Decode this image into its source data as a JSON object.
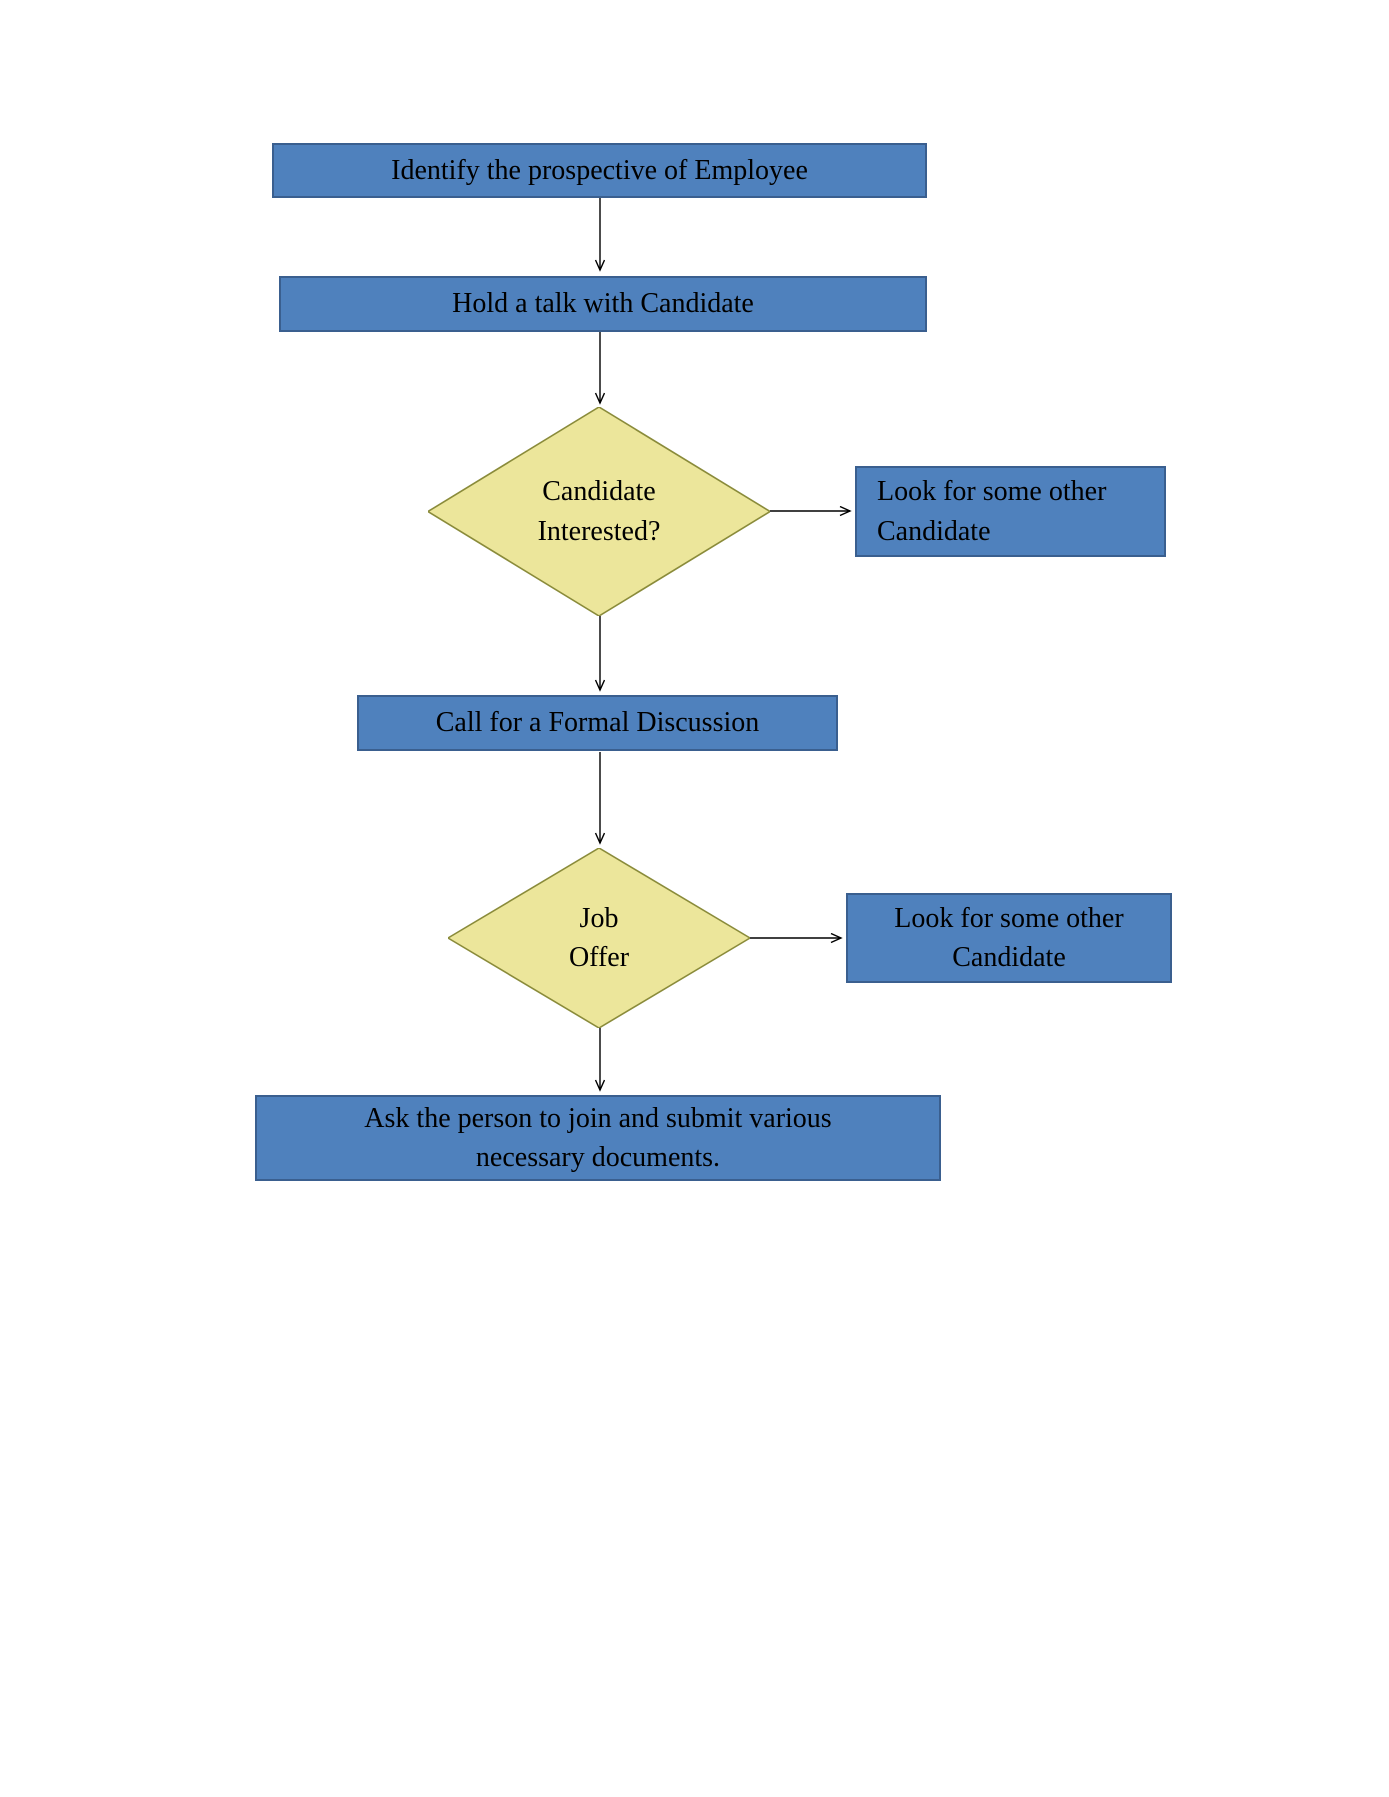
{
  "diagram": {
    "title": "Hiring process flowchart",
    "colors": {
      "box_fill": "#4f81bd",
      "box_border": "#3a5f8f",
      "diamond_fill": "#ece69b",
      "diamond_border": "#8a8b3a",
      "arrow": "#000000",
      "text": "#000000",
      "background": "#ffffff"
    },
    "nodes": {
      "identify": {
        "label": "Identify the prospective of Employee"
      },
      "hold_talk": {
        "label": "Hold a talk with Candidate"
      },
      "candidate_interested": {
        "line1": "Candidate",
        "line2": "Interested?"
      },
      "look_other_1": {
        "line1": "Look for some other",
        "line2": "Candidate"
      },
      "formal_discussion": {
        "label": "Call for a Formal Discussion"
      },
      "job_offer": {
        "line1": "Job",
        "line2": "Offer"
      },
      "look_other_2": {
        "line1": "Look for some other",
        "line2": "Candidate"
      },
      "ask_join": {
        "line1": "Ask the person to join and submit various",
        "line2": "necessary documents."
      }
    }
  }
}
